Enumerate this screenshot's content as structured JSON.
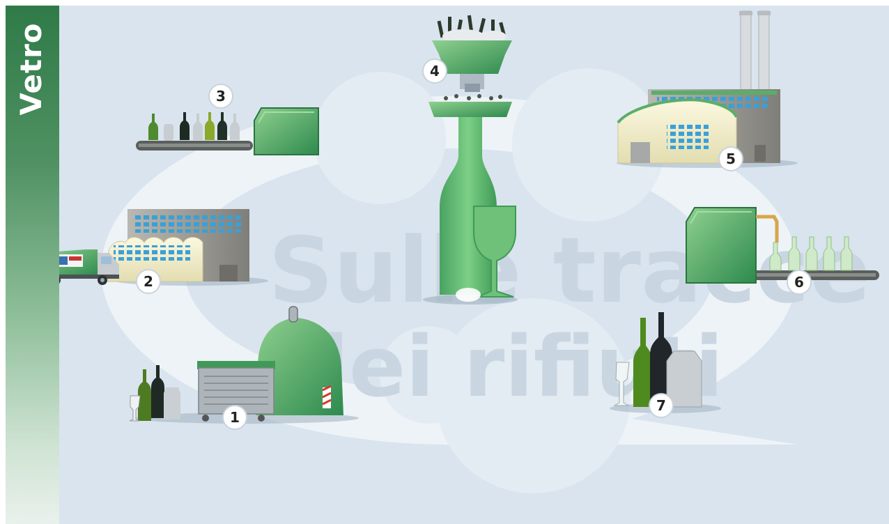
{
  "sidebar": {
    "title": "Vetro"
  },
  "watermark": {
    "line1": "Sulle tracce",
    "line2": "dei rifiuti"
  },
  "steps": [
    {
      "number": "1"
    },
    {
      "number": "2"
    },
    {
      "number": "3"
    },
    {
      "number": "4"
    },
    {
      "number": "5"
    },
    {
      "number": "6"
    },
    {
      "number": "7"
    }
  ],
  "colors": {
    "sidebar_green": "#2f7a48",
    "glass_green": "#5aae6a",
    "glass_dark": "#2e8a4e",
    "background": "#d9e4ee",
    "building_cream": "#f1edc8",
    "building_grey": "#9a9a94",
    "window_blue": "#3aa0d8"
  }
}
